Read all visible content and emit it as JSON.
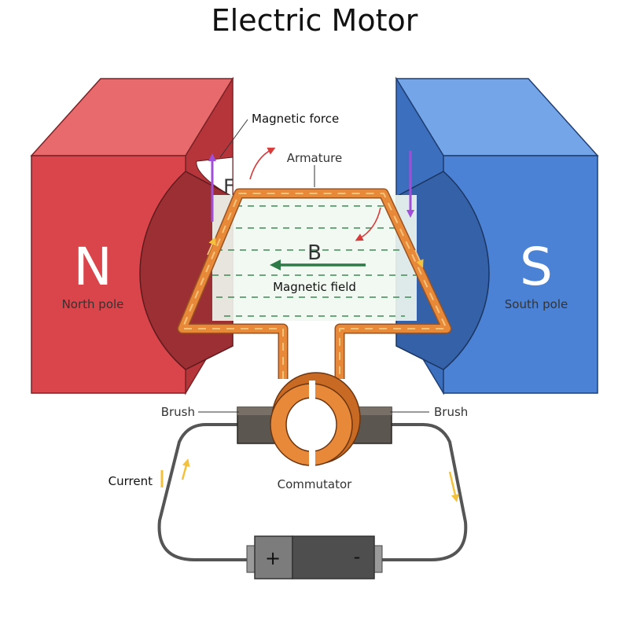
{
  "title": "Electric Motor",
  "labels": {
    "north_letter": "N",
    "north_caption": "North pole",
    "south_letter": "S",
    "south_caption": "South pole",
    "magnetic_force": "Magnetic force",
    "force_symbol": "F",
    "armature": "Armature",
    "field_symbol": "B",
    "magnetic_field": "Magnetic field",
    "brush_left": "Brush",
    "brush_right": "Brush",
    "commutator": "Commutator",
    "current": "Current",
    "battery_plus": "+",
    "battery_minus": "-"
  },
  "colors": {
    "north_front": "#d9454b",
    "north_side": "#b5353b",
    "north_top": "#e86a6d",
    "south_front": "#4b82d6",
    "south_side": "#3d6fbf",
    "south_top": "#74a5e8",
    "coil": "#e8893a",
    "coil_inner": "#f6c37a",
    "force_arrow": "#a04fd8",
    "field_arrow": "#2e7a46",
    "rotation_arrow": "#d93a3a",
    "wire": "#555555"
  },
  "icons": {
    "force": "up-down-arrow",
    "rotation": "curved-arrow",
    "field": "left-arrow",
    "current": "small-arrow"
  }
}
